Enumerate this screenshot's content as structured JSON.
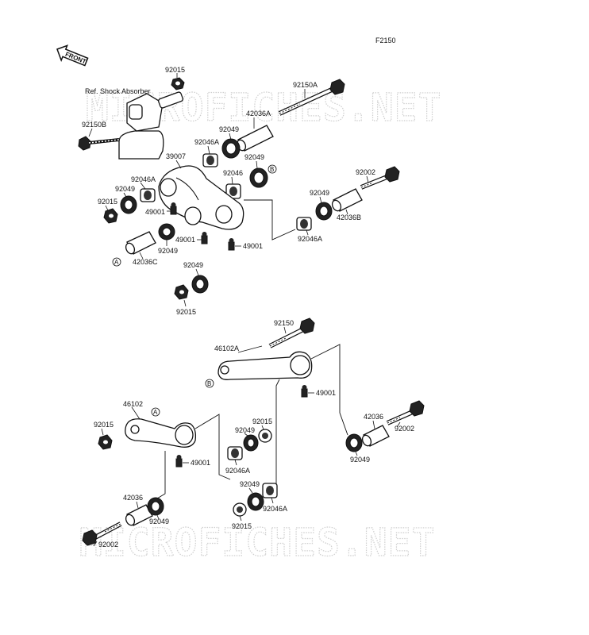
{
  "figure": {
    "code": "F2150",
    "front_label": "FRONT",
    "ref_label": "Ref. Shock Absorber"
  },
  "watermark": "MICROFICHES.NET",
  "markers": {
    "a": "A",
    "b": "B"
  },
  "callouts": {
    "c92015_top": "92015",
    "c92150A": "92150A",
    "c92150B": "92150B",
    "c42036A": "42036A",
    "c92049_a": "92049",
    "c92046A_a": "92046A",
    "c92049_b": "92049",
    "c39007": "39007",
    "c92046": "92046",
    "c92002_top": "92002",
    "c92046A_b": "92046A",
    "c92049_c": "92049",
    "c92015_b": "92015",
    "c49001_a": "49001",
    "c92049_d": "92049",
    "c42036B": "42036B",
    "c49001_b": "49001",
    "c92049_e": "92049",
    "c49001_c": "49001",
    "c92046A_c": "92046A",
    "c42036C": "42036C",
    "c92049_f": "92049",
    "c92015_c": "92015",
    "c92150": "92150",
    "c46102A": "46102A",
    "c49001_d": "49001",
    "c46102": "46102",
    "c92015_d": "92015",
    "c92015_e": "92015",
    "c92049_g": "92049",
    "c42036_r": "42036",
    "c92002_r": "92002",
    "c92049_h": "92049",
    "c92046A_d": "92046A",
    "c49001_e": "49001",
    "c92049_i": "92049",
    "c42036_l": "42036",
    "c92046A_e": "92046A",
    "c92049_j": "92049",
    "c92015_f": "92015",
    "c92002_l": "92002"
  }
}
